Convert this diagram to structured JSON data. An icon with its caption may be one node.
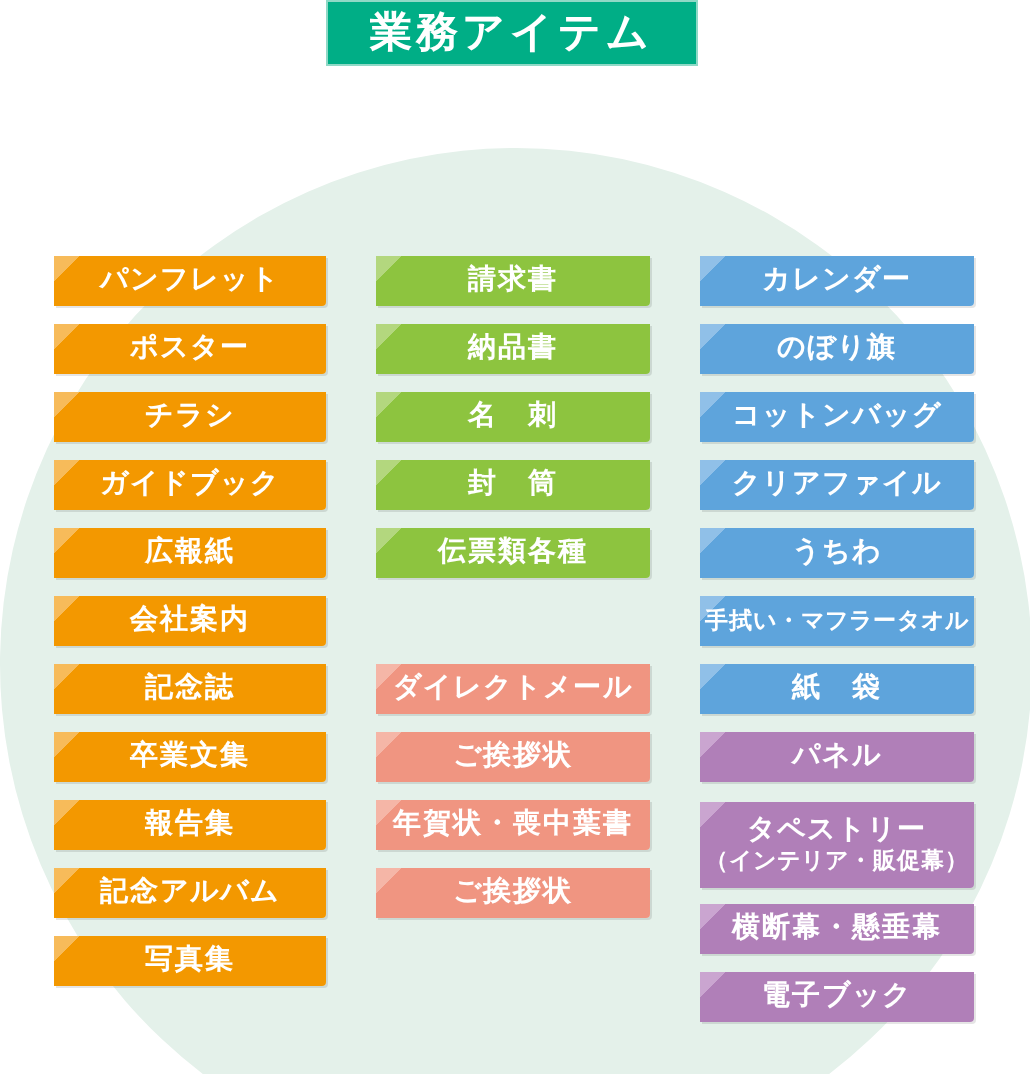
{
  "diagram": {
    "title": "業務アイテム",
    "nodes": [
      {
        "text": [
          "パンフレット"
        ]
      },
      {
        "text": [
          "ポスター"
        ]
      },
      {
        "text": [
          "チラシ"
        ]
      },
      {
        "text": [
          "ガイドブック"
        ]
      },
      {
        "text": [
          "広報紙"
        ]
      },
      {
        "text": [
          "会社案内"
        ]
      },
      {
        "text": [
          "記念誌"
        ]
      },
      {
        "text": [
          "卒業文集"
        ]
      },
      {
        "text": [
          "報告集"
        ]
      },
      {
        "text": [
          "記念アルバム"
        ]
      },
      {
        "text": [
          "写真集"
        ]
      },
      {
        "text": [
          "請求書"
        ]
      },
      {
        "text": [
          "納品書"
        ]
      },
      {
        "text": [
          "名　刺"
        ]
      },
      {
        "text": [
          "封　筒"
        ]
      },
      {
        "text": [
          "伝票類各種"
        ]
      },
      {
        "text": [
          "ダイレクトメール"
        ]
      },
      {
        "text": [
          "ご挨拶状"
        ]
      },
      {
        "text": [
          "年賀状・喪中葉書"
        ]
      },
      {
        "text": [
          "ご挨拶状"
        ]
      },
      {
        "text": [
          "カレンダー"
        ]
      },
      {
        "text": [
          "のぼり旗"
        ]
      },
      {
        "text": [
          "コットンバッグ"
        ]
      },
      {
        "text": [
          "クリアファイル"
        ]
      },
      {
        "text": [
          "うちわ"
        ]
      },
      {
        "text": [
          "手拭い・マフラータオル"
        ]
      },
      {
        "text": [
          "紙　袋"
        ]
      },
      {
        "text": [
          "パネル"
        ]
      },
      {
        "text": [
          "タペストリー",
          "（インテリア・販促幕）"
        ]
      },
      {
        "text": [
          "横断幕・懸垂幕"
        ]
      },
      {
        "text": [
          "電子ブック"
        ]
      }
    ]
  }
}
